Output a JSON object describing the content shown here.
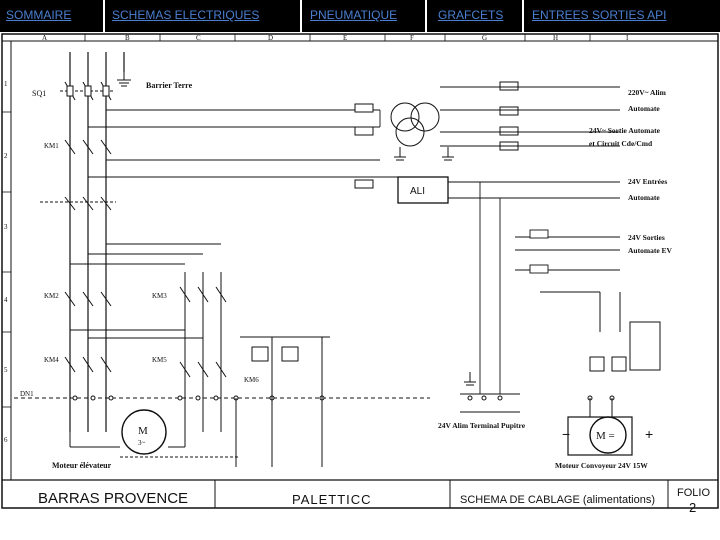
{
  "nav": {
    "tabs": [
      {
        "label": "SOMMAIRE"
      },
      {
        "label": "SCHEMAS ELECTRIQUES"
      },
      {
        "label": "PNEUMATIQUE"
      },
      {
        "label": "GRAFCETS"
      },
      {
        "label": "ENTREES SORTIES API"
      }
    ]
  },
  "columns": [
    "A",
    "B",
    "C",
    "D",
    "E",
    "F",
    "G",
    "H",
    "I"
  ],
  "rows": [
    "1",
    "2",
    "3",
    "4",
    "5",
    "6"
  ],
  "labels": {
    "sq1": "SQ1",
    "barrier_terre": "Barrier Terre",
    "alim_220": "220V~ Alim",
    "automate_1": "Automate",
    "sortie_automate": "24V~ Sortie Automate",
    "circuit_cde": "et Circuit Cde/Cmd",
    "entrees_24": "24V Entrées",
    "automate_2": "Automate",
    "sorties_24": "24V Sorties",
    "automate_ev": "Automate EV",
    "ali": "ALI",
    "km1": "KM1",
    "km2": "KM2",
    "km3": "KM3",
    "km4": "KM4",
    "km5": "KM5",
    "km6": "KM6",
    "dn": "DN1",
    "moteur_elevateur": "Moteur élévateur",
    "moteur_convoyeur": "Moteur Convoyeur 24V 15W",
    "alim_terminal": "24V Alim Terminal Pupitre",
    "motor_m": "M",
    "motor_3": "3~",
    "motor_m_eq": "M =",
    "minus": "−",
    "plus": "+"
  },
  "title_block": {
    "company": "BARRAS PROVENCE",
    "project": "PALETTICC",
    "drawing": "SCHEMA DE CABLAGE (alimentations)",
    "folio_label": "FOLIO",
    "folio_num": "2"
  },
  "colors": {
    "nav_bg": "#000000",
    "nav_link": "#4a7fd0",
    "ink": "#111111",
    "paper": "#ffffff"
  }
}
